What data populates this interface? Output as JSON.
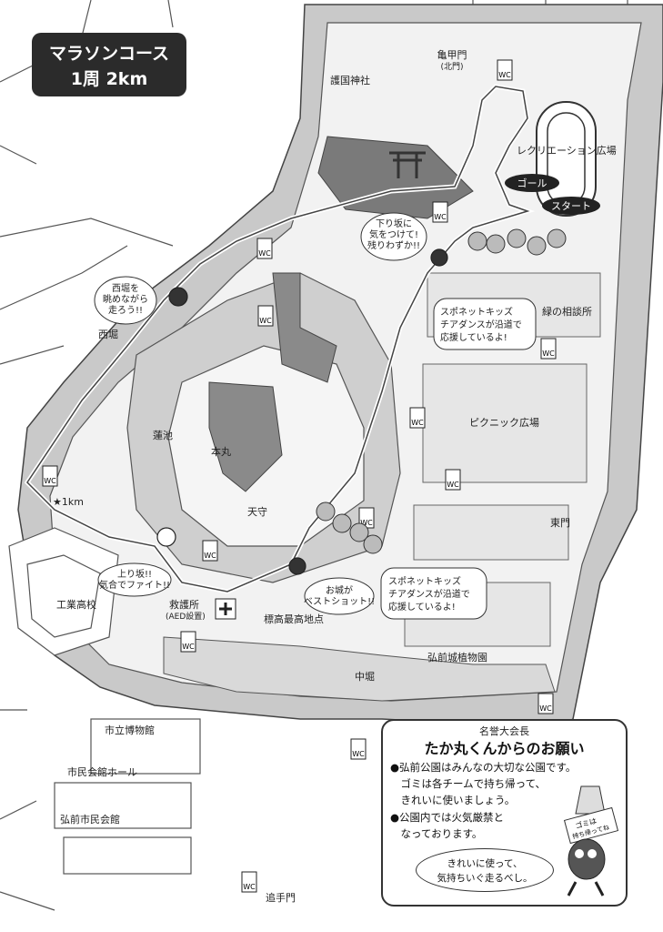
{
  "title": {
    "line1": "マラソンコース",
    "line2": "1周 2km"
  },
  "markers": {
    "start": "スタート",
    "goal": "ゴール"
  },
  "km_marker": "★1km",
  "wc_label": "WC",
  "places": {
    "kame_gate": "亀甲門",
    "kame_gate_sub": "(北門)",
    "gokoku": "護国神社",
    "recreation": "レクリエーション広場",
    "midori": "緑の相談所",
    "picnic": "ピクニック広場",
    "nishibori": "西堀",
    "hasuike": "蓮池",
    "honmaru": "本丸",
    "tenshu": "天守",
    "higashimon": "東門",
    "kyugosho": "救護所",
    "kyugosho_sub": "(AED設置)",
    "kogyo": "工業高校",
    "hyoko": "標高最高地点",
    "nakabori": "中堀",
    "shokubutsuen": "弘前城植物園",
    "hakubutsukan": "市立博物館",
    "hall": "市民会館ホール",
    "shiminkaikan": "弘前市民会館",
    "otemon": "追手門"
  },
  "bubbles": {
    "kudari": [
      "下り坂に",
      "気をつけて!",
      "残りわずか!!"
    ],
    "nishibori": [
      "西堀を",
      "眺めながら",
      "走ろう!!"
    ],
    "nobori": [
      "上り坂!!",
      "気合でファイト!!"
    ],
    "shiro": [
      "お城が",
      "ベストショット!!"
    ],
    "cheer_top": [
      "スポネットキッズ",
      "チアダンスが沿道で",
      "応援しているよ!"
    ],
    "cheer_bottom": [
      "スポネットキッズ",
      "チアダンスが沿道で",
      "応援しているよ!"
    ]
  },
  "notice": {
    "sub": "名誉大会長",
    "heading": "たか丸くんからのお願い",
    "lines": [
      "●弘前公園はみんなの大切な公園です。",
      "　ゴミは各チームで持ち帰って、",
      "　きれいに使いましょう。",
      "●公園内では火気厳禁と",
      "　なっております。"
    ],
    "speech": [
      "きれいに使って、",
      "気持ちいぐ走るべし。"
    ],
    "sign": [
      "ゴミは",
      "持ち帰ってね"
    ]
  }
}
